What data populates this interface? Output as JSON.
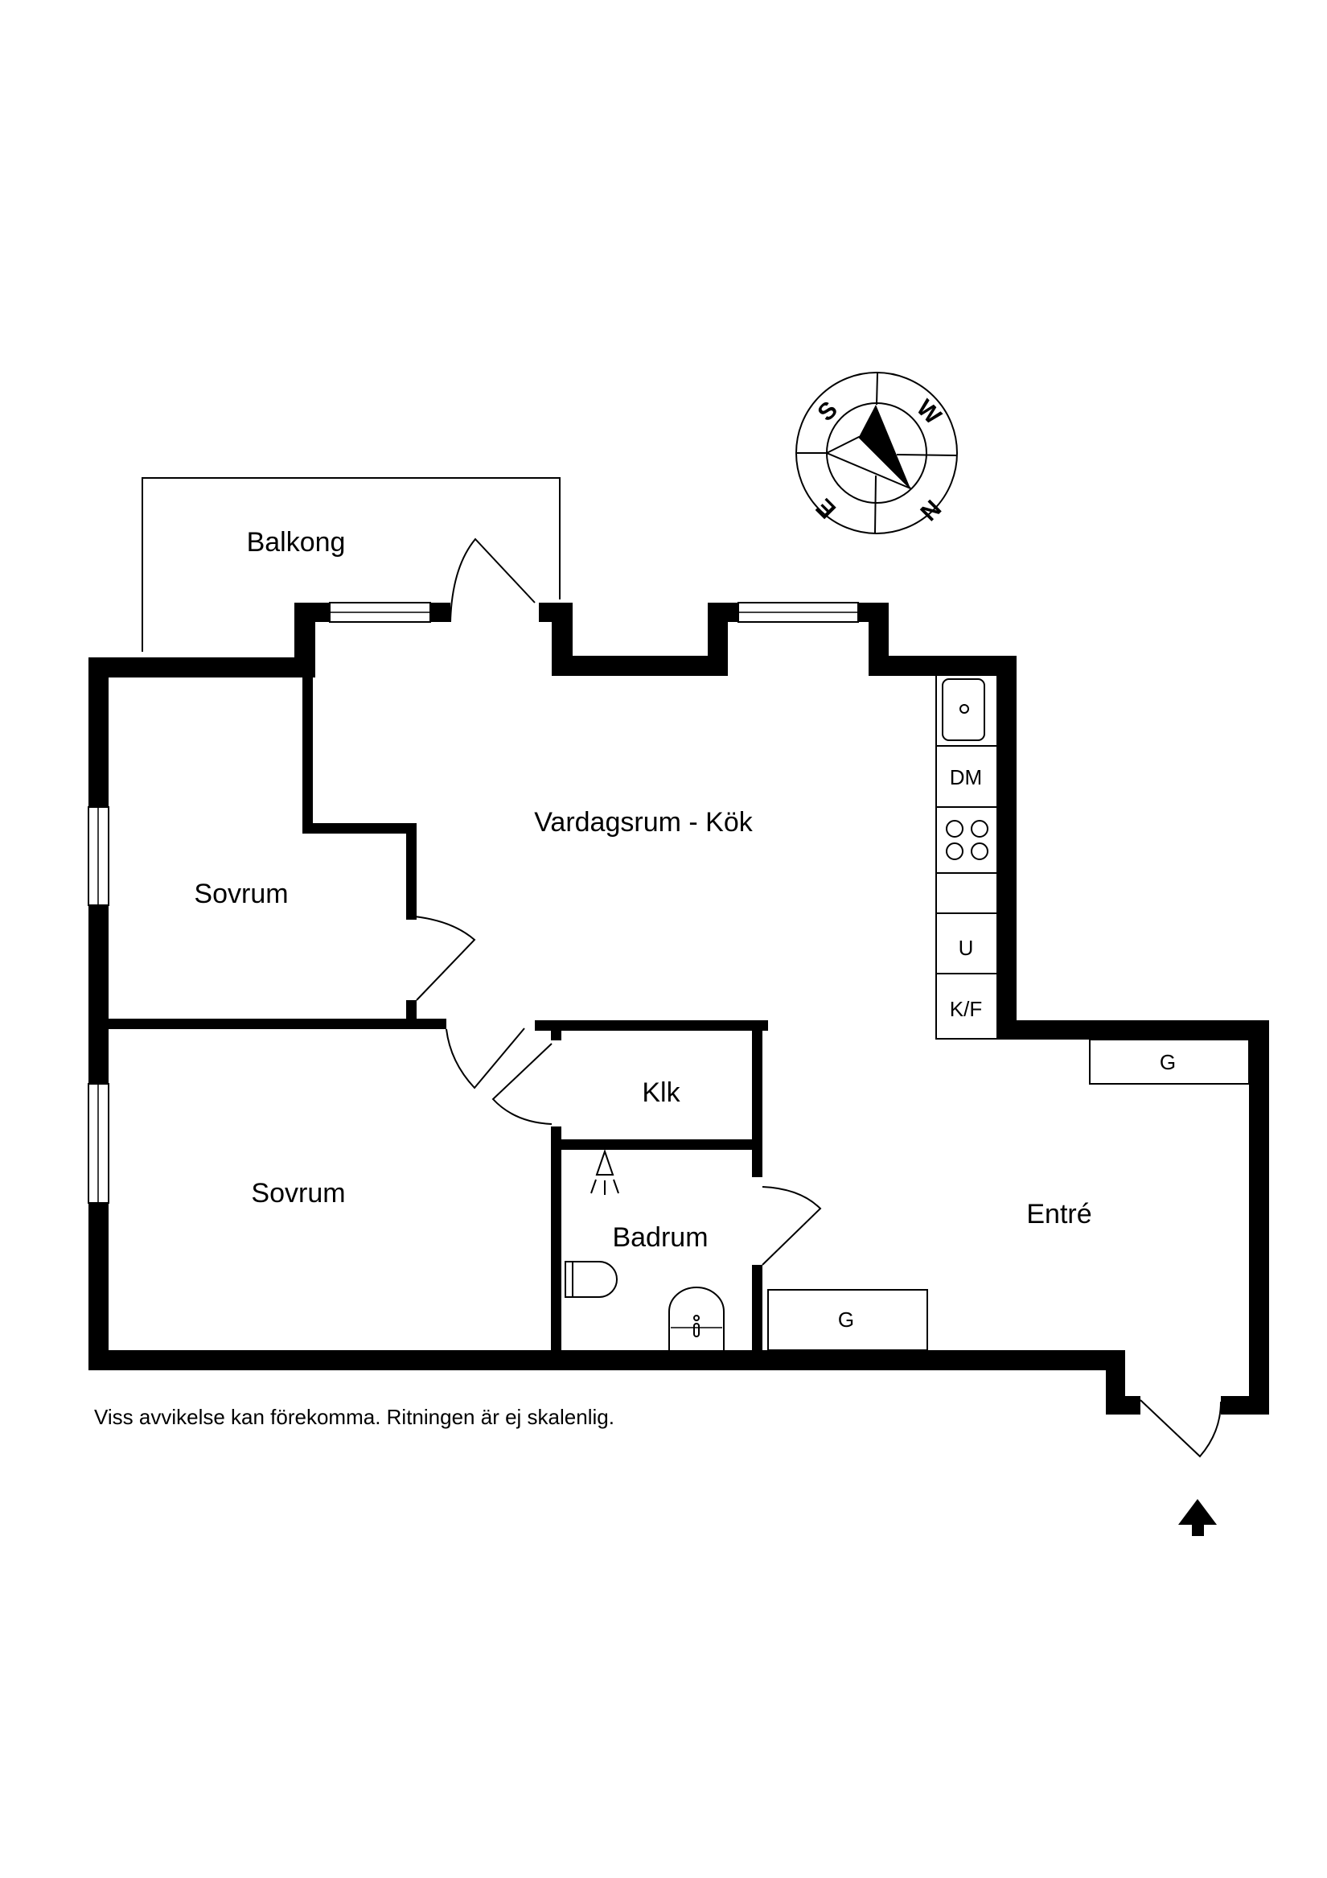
{
  "rooms": {
    "balcony": "Balkong",
    "living_kitchen": "Vardagsrum - Kök",
    "bedroom_1": "Sovrum",
    "bedroom_2": "Sovrum",
    "closet": "Klk",
    "bathroom": "Badrum",
    "entrance": "Entré"
  },
  "kitchen_fixtures": {
    "sink": "sink",
    "dishwasher": "DM",
    "stove": "stove",
    "counter": "",
    "oven": "U",
    "fridge_freezer": "K/F"
  },
  "wardrobes": [
    {
      "label": "G",
      "location": "entrance-top-right"
    },
    {
      "label": "G",
      "location": "entrance-bottom-left"
    }
  ],
  "compass": {
    "letters": [
      "S",
      "W",
      "E",
      "N"
    ],
    "icon": "compass-rose-icon"
  },
  "entry_marker": {
    "icon": "arrow-up-icon"
  },
  "disclaimer": "Viss avvikelse kan förekomma. Ritningen är ej skalenlig."
}
